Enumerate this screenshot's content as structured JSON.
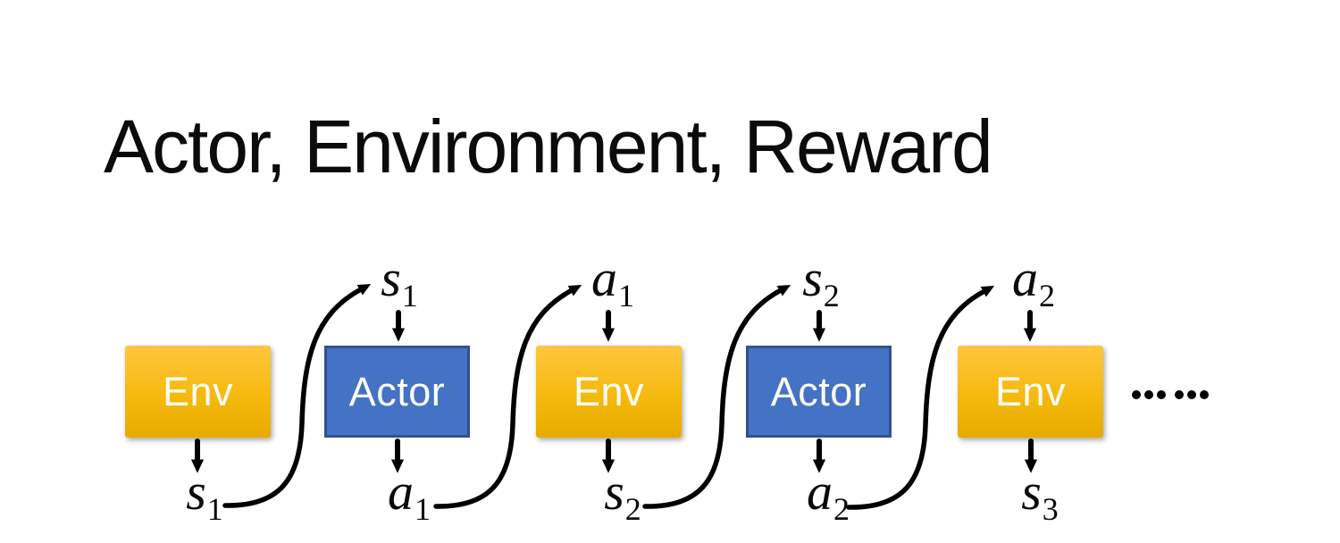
{
  "slide": {
    "title": "Actor, Environment, Reward",
    "ellipsis": "……"
  },
  "boxes": [
    {
      "label": "Env",
      "type": "env"
    },
    {
      "label": "Actor",
      "type": "actor"
    },
    {
      "label": "Env",
      "type": "env"
    },
    {
      "label": "Actor",
      "type": "actor"
    },
    {
      "label": "Env",
      "type": "env"
    }
  ],
  "top_labels": [
    {
      "base": "s",
      "sub": "1"
    },
    {
      "base": "a",
      "sub": "1"
    },
    {
      "base": "s",
      "sub": "2"
    },
    {
      "base": "a",
      "sub": "2"
    }
  ],
  "bottom_labels": [
    {
      "base": "s",
      "sub": "1"
    },
    {
      "base": "a",
      "sub": "1"
    },
    {
      "base": "s",
      "sub": "2"
    },
    {
      "base": "a",
      "sub": "2"
    },
    {
      "base": "s",
      "sub": "3"
    }
  ],
  "colors": {
    "env_top": "#FFC63E",
    "env_mid": "#F6B90E",
    "env_bottom": "#E7AB00",
    "actor_fill": "#4472C4",
    "actor_border": "#2F528F",
    "arrow": "#000000",
    "title_text": "#0B0B0B",
    "label_text": "#0A0A0A"
  }
}
